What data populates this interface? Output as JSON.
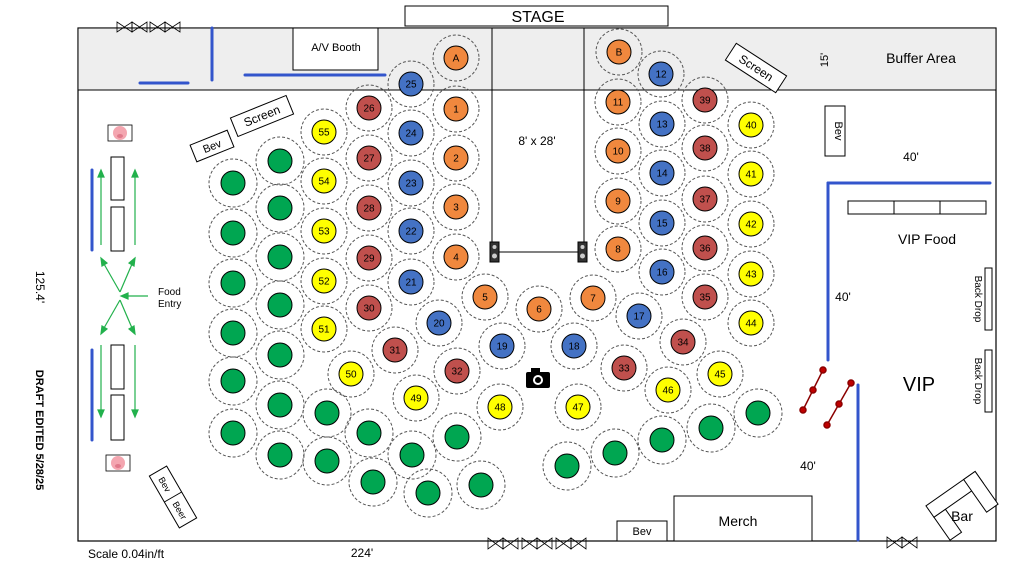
{
  "labels": {
    "stage": "STAGE",
    "av_booth": "A/V Booth",
    "buffer_area": "Buffer Area",
    "buffer_depth": "15'",
    "screen_left": "Screen",
    "screen_right": "Screen",
    "bev_left_top": "Bev",
    "bev_right": "Bev",
    "bev_bottom": "Bev",
    "bev_left_bottom": "Bev",
    "beer": "Beer",
    "stage_size": "8' x 28'",
    "vip_width_top": "40'",
    "vip_food": "VIP Food",
    "vip_depth": "40'",
    "vip": "VIP",
    "vip_width_bottom": "40'",
    "back_drop_1": "Back Drop",
    "back_drop_2": "Back Drop",
    "merch": "Merch",
    "bar": "Bar",
    "food_entry_line1": "Food",
    "food_entry_line2": "Entry",
    "height_dim": "125.4'",
    "width_dim": "224'",
    "scale": "Scale 0.04in/ft",
    "draft": "DRAFT EDITED 5/28/25"
  },
  "colors": {
    "orange": "#f0883e",
    "blue": "#4472c4",
    "red": "#c0504d",
    "yellow": "#ffff00",
    "green": "#00a651",
    "buffer_fill": "#eeeeee",
    "wall_blue": "#3355cc",
    "arrow_green": "#22b14c",
    "pig_pink": "#f4a6b0"
  },
  "tables": [
    {
      "label": "A",
      "color": "orange"
    },
    {
      "label": "B",
      "color": "orange"
    },
    {
      "label": "1",
      "color": "orange"
    },
    {
      "label": "2",
      "color": "orange"
    },
    {
      "label": "3",
      "color": "orange"
    },
    {
      "label": "4",
      "color": "orange"
    },
    {
      "label": "5",
      "color": "orange"
    },
    {
      "label": "6",
      "color": "orange"
    },
    {
      "label": "7",
      "color": "orange"
    },
    {
      "label": "8",
      "color": "orange"
    },
    {
      "label": "9",
      "color": "orange"
    },
    {
      "label": "10",
      "color": "orange"
    },
    {
      "label": "11",
      "color": "orange"
    },
    {
      "label": "12",
      "color": "blue"
    },
    {
      "label": "13",
      "color": "blue"
    },
    {
      "label": "14",
      "color": "blue"
    },
    {
      "label": "15",
      "color": "blue"
    },
    {
      "label": "16",
      "color": "blue"
    },
    {
      "label": "17",
      "color": "blue"
    },
    {
      "label": "18",
      "color": "blue"
    },
    {
      "label": "19",
      "color": "blue"
    },
    {
      "label": "20",
      "color": "blue"
    },
    {
      "label": "21",
      "color": "blue"
    },
    {
      "label": "22",
      "color": "blue"
    },
    {
      "label": "23",
      "color": "blue"
    },
    {
      "label": "24",
      "color": "blue"
    },
    {
      "label": "25",
      "color": "blue"
    },
    {
      "label": "26",
      "color": "red"
    },
    {
      "label": "27",
      "color": "red"
    },
    {
      "label": "28",
      "color": "red"
    },
    {
      "label": "29",
      "color": "red"
    },
    {
      "label": "30",
      "color": "red"
    },
    {
      "label": "31",
      "color": "red"
    },
    {
      "label": "32",
      "color": "red"
    },
    {
      "label": "33",
      "color": "red"
    },
    {
      "label": "34",
      "color": "red"
    },
    {
      "label": "35",
      "color": "red"
    },
    {
      "label": "36",
      "color": "red"
    },
    {
      "label": "37",
      "color": "red"
    },
    {
      "label": "38",
      "color": "red"
    },
    {
      "label": "39",
      "color": "red"
    },
    {
      "label": "40",
      "color": "yellow"
    },
    {
      "label": "41",
      "color": "yellow"
    },
    {
      "label": "42",
      "color": "yellow"
    },
    {
      "label": "43",
      "color": "yellow"
    },
    {
      "label": "44",
      "color": "yellow"
    },
    {
      "label": "45",
      "color": "yellow"
    },
    {
      "label": "46",
      "color": "yellow"
    },
    {
      "label": "47",
      "color": "yellow"
    },
    {
      "label": "48",
      "color": "yellow"
    },
    {
      "label": "49",
      "color": "yellow"
    },
    {
      "label": "50",
      "color": "yellow"
    },
    {
      "label": "51",
      "color": "yellow"
    },
    {
      "label": "52",
      "color": "yellow"
    },
    {
      "label": "53",
      "color": "yellow"
    },
    {
      "label": "54",
      "color": "yellow"
    },
    {
      "label": "55",
      "color": "yellow"
    }
  ],
  "icons": {
    "camera": "camera-icon",
    "pig": "pig-icon",
    "speaker": "speaker-icon",
    "bowtie": "bowtie-barrier-icon"
  }
}
